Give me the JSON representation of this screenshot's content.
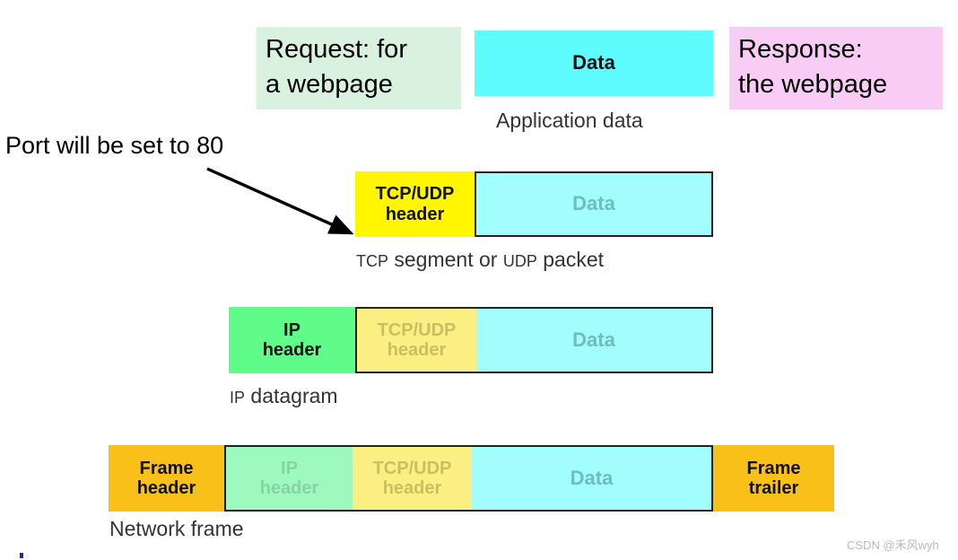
{
  "annotations": {
    "request_note": "Request: for\na webpage",
    "response_note": "Response:\nthe webpage",
    "port_note": "Port will be set to 80",
    "arrow_name": "pointer-arrow-to-tcp-header"
  },
  "layers": [
    {
      "id": "application",
      "caption": "Application data",
      "caption_parts": [
        {
          "text": "Application data",
          "small": false
        }
      ],
      "fields": [
        {
          "label": "Data",
          "fill": "#5ffcff",
          "text_color": "#111111"
        }
      ]
    },
    {
      "id": "transport",
      "caption": "TCP segment or UDP packet",
      "caption_parts": [
        {
          "text": "TCP",
          "small": true
        },
        {
          "text": " segment or ",
          "small": false
        },
        {
          "text": "UDP",
          "small": true
        },
        {
          "text": " packet",
          "small": false
        }
      ],
      "fields": [
        {
          "label": "TCP/UDP\nheader",
          "fill": "#fff600",
          "text_color": "#111111"
        },
        {
          "label": "Data",
          "fill": "#a2fdfd",
          "text_color": "#6fbdbd"
        }
      ]
    },
    {
      "id": "network",
      "caption": "IP datagram",
      "caption_parts": [
        {
          "text": "IP",
          "small": true
        },
        {
          "text": " datagram",
          "small": false
        }
      ],
      "fields": [
        {
          "label": "IP\nheader",
          "fill": "#5ffc8a",
          "text_color": "#111111"
        },
        {
          "label": "TCP/UDP\nheader",
          "fill": "#fbef84",
          "text_color": "#c9bf60"
        },
        {
          "label": "Data",
          "fill": "#a2fdfd",
          "text_color": "#6fbdbd"
        }
      ]
    },
    {
      "id": "link",
      "caption": "Network frame",
      "caption_parts": [
        {
          "text": "Network frame",
          "small": false
        }
      ],
      "fields": [
        {
          "label": "Frame\nheader",
          "fill": "#f8c019",
          "text_color": "#111111"
        },
        {
          "label": "IP\nheader",
          "fill": "#9ef9bf",
          "text_color": "#86d4a3"
        },
        {
          "label": "TCP/UDP\nheader",
          "fill": "#fbef84",
          "text_color": "#c9bf60"
        },
        {
          "label": "Data",
          "fill": "#a2fdfd",
          "text_color": "#6fbdbd"
        },
        {
          "label": "Frame\ntrailer",
          "fill": "#f8c019",
          "text_color": "#111111"
        }
      ]
    }
  ],
  "labels": {
    "data": "Data",
    "tcp_udp_header": "TCP/UDP\nheader",
    "ip_header": "IP\nheader",
    "frame_header": "Frame\nheader",
    "frame_trailer": "Frame\ntrailer"
  },
  "captions": {
    "application": "Application data",
    "transport_pre": "TCP",
    "transport_mid": " segment or ",
    "transport_small2": "UDP",
    "transport_post": " packet",
    "network_small": "IP",
    "network_post": " datagram",
    "link": "Network frame"
  },
  "watermark": {
    "text": "CSDN @禾风wyh"
  },
  "colors": {
    "cyan_bright": "#5ffcff",
    "cyan_soft": "#a2fdfd",
    "yellow": "#fff600",
    "yellow_soft": "#fbef84",
    "green": "#5ffc8a",
    "green_soft": "#9ef9bf",
    "orange": "#f8c019",
    "callout_green_bg": "#d9f2e0",
    "callout_pink_bg": "#f9ccf6",
    "border": "#222222",
    "background": "#ffffff"
  }
}
